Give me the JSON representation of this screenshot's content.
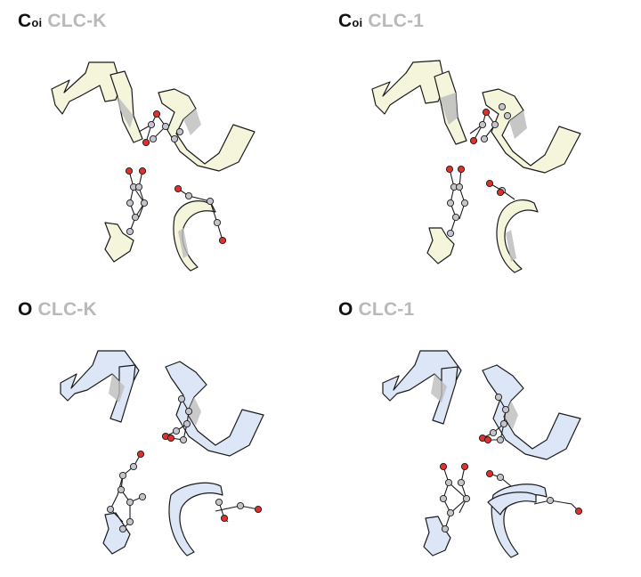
{
  "panels": [
    {
      "id": "coi-clck",
      "state": "C",
      "state_sub": "oi",
      "channel": "CLC-K",
      "tint": "#f5f5dc"
    },
    {
      "id": "coi-clc1",
      "state": "C",
      "state_sub": "oi",
      "channel": "CLC-1",
      "tint": "#f5f5dc"
    },
    {
      "id": "o-clck",
      "state": "O",
      "state_sub": "",
      "channel": "CLC-K",
      "tint": "#dde6f7"
    },
    {
      "id": "o-clc1",
      "state": "O",
      "state_sub": "",
      "channel": "CLC-1",
      "tint": "#dde6f7"
    }
  ],
  "colors": {
    "oxygen": "#e0302c",
    "carbon": "#c4c4cc",
    "outline": "#1a1a1a",
    "shade": "#bdbdbd",
    "label_gray": "#b9b9b9"
  }
}
